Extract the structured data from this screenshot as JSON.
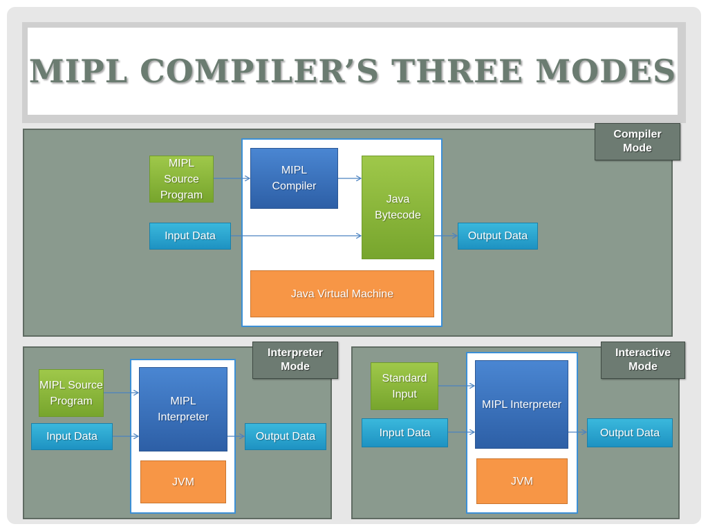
{
  "title": "MIPL COMPILER’S THREE MODES",
  "compiler_mode": {
    "label": "Compiler Mode",
    "source": "MIPL Source Program",
    "compiler": "MIPL Compiler",
    "bytecode": "Java Bytecode",
    "input": "Input Data",
    "output": "Output Data",
    "jvm": "Java Virtual Machine"
  },
  "interpreter_mode": {
    "label": "Interpreter Mode",
    "source": "MIPL Source Program",
    "interpreter": "MIPL Interpreter",
    "input": "Input Data",
    "output": "Output Data",
    "jvm": "JVM"
  },
  "interactive_mode": {
    "label": "Interactive Mode",
    "standard_input": "Standard Input",
    "interpreter": "MIPL Interpreter",
    "input": "Input Data",
    "output": "Output Data",
    "jvm": "JVM"
  },
  "colors": {
    "panel": "#8a9a8e",
    "green": "#8ab83e",
    "cyan": "#2aa6d0",
    "blue": "#3a72bc",
    "orange": "#f79646",
    "title": "#6b7c71"
  }
}
